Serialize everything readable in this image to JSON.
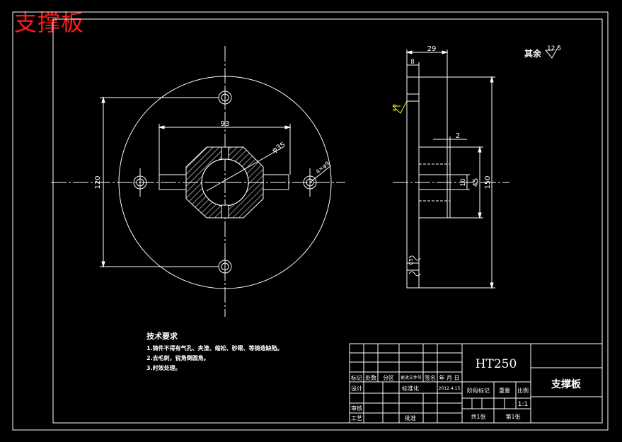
{
  "overlay_title": "支撑板",
  "colors": {
    "background": "#000000",
    "line": "#ffffff",
    "title": "#ff1a1a",
    "roughness_mark": "#ffff00"
  },
  "front_view": {
    "dim_width": "93",
    "dim_height": "120",
    "dim_bore": "φ35",
    "dim_holes": "4×φ9"
  },
  "side_view": {
    "dim_top_width": "29",
    "dim_flange": "8",
    "dim_step": "2",
    "dim_small": "10",
    "dim_mid": "45",
    "dim_overall": "150",
    "dim_chamfer": "C5",
    "roughness_side": "3.2"
  },
  "roughness_note": {
    "label": "其余",
    "value": "12.5"
  },
  "tech_requirements": {
    "title": "技术要求",
    "items": [
      "1.铸件不得有气孔、夹渣、缩松、砂眼、等铸造缺陷。",
      "2.去毛刺，锐角倒圆角。",
      "3.时效处理。"
    ]
  },
  "title_block": {
    "material": "HT250",
    "part_name": "支撑板",
    "scale": "1:1",
    "h_mark": "标记",
    "h_count": "处数",
    "h_zone": "分区",
    "h_docno": "更改文件号",
    "h_sign": "签名",
    "h_date": "年 月 日",
    "design": "设计",
    "std": "标准化",
    "date_value": "2012.4.15",
    "stage_mark": "阶段标记",
    "weight": "重量",
    "scale_label": "比例",
    "check": "审核",
    "process": "工艺",
    "approve": "批准",
    "total_sheets": "共1张",
    "sheet_no": "第1张"
  }
}
